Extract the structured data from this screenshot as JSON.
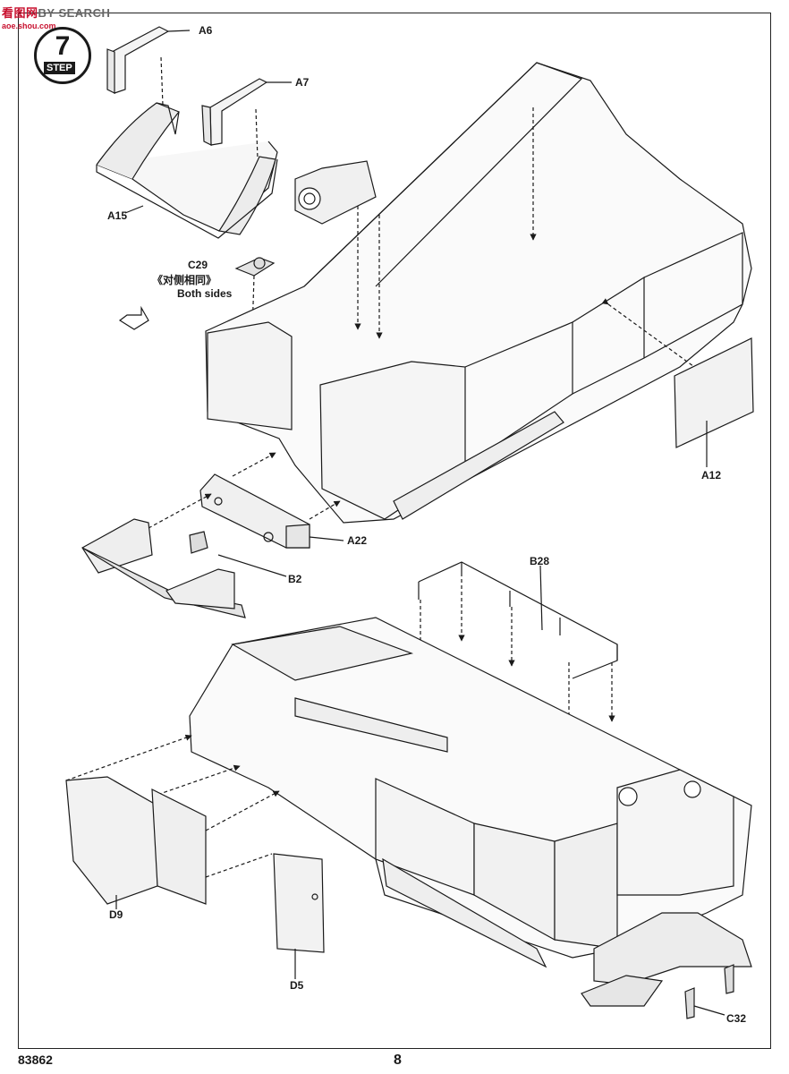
{
  "watermark": {
    "brand_a": "看图网",
    "brand_b": "BY SEARCH",
    "url": "aoe.shou.com"
  },
  "step": {
    "number": "7",
    "word": "STEP"
  },
  "parts": {
    "a6": "A6",
    "a7": "A7",
    "a15": "A15",
    "c29": "C29",
    "c29_note_cn": "《对侧相同》",
    "c29_note_en": "Both sides",
    "a12": "A12",
    "a22": "A22",
    "b2": "B2",
    "b28": "B28",
    "d9": "D9",
    "d5": "D5",
    "c32": "C32"
  },
  "footer": {
    "kit_code": "83862",
    "page_number": "8"
  }
}
